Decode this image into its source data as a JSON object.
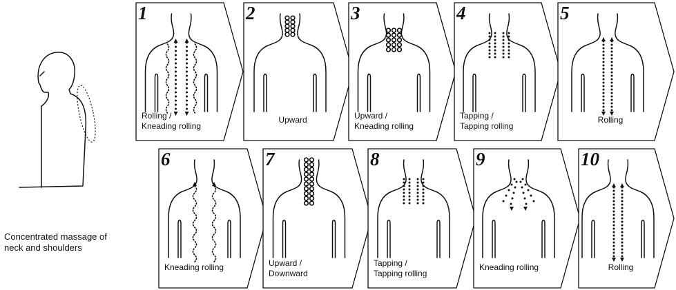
{
  "side": {
    "caption_lines": [
      "Concentrated massage of",
      "neck and shoulders"
    ]
  },
  "steps": [
    {
      "number": "1",
      "label_lines": [
        "Rolling /",
        "Kneading rolling"
      ],
      "pattern": "rolling-kneading"
    },
    {
      "number": "2",
      "label_lines": [
        "Upward"
      ],
      "pattern": "upward-neck"
    },
    {
      "number": "3",
      "label_lines": [
        "Upward /",
        "Kneading rolling"
      ],
      "pattern": "upward-kneading"
    },
    {
      "number": "4",
      "label_lines": [
        "Tapping /",
        "Tapping rolling"
      ],
      "pattern": "tapping"
    },
    {
      "number": "5",
      "label_lines": [
        "Rolling"
      ],
      "pattern": "rolling"
    },
    {
      "number": "6",
      "label_lines": [
        "Kneading rolling"
      ],
      "pattern": "kneading-rolling"
    },
    {
      "number": "7",
      "label_lines": [
        "Upward /",
        "Downward"
      ],
      "pattern": "upward-downward"
    },
    {
      "number": "8",
      "label_lines": [
        "Tapping /",
        "Tapping rolling"
      ],
      "pattern": "tapping"
    },
    {
      "number": "9",
      "label_lines": [
        "Kneading rolling"
      ],
      "pattern": "kneading-cluster"
    },
    {
      "number": "10",
      "label_lines": [
        "Rolling"
      ],
      "pattern": "rolling"
    }
  ]
}
